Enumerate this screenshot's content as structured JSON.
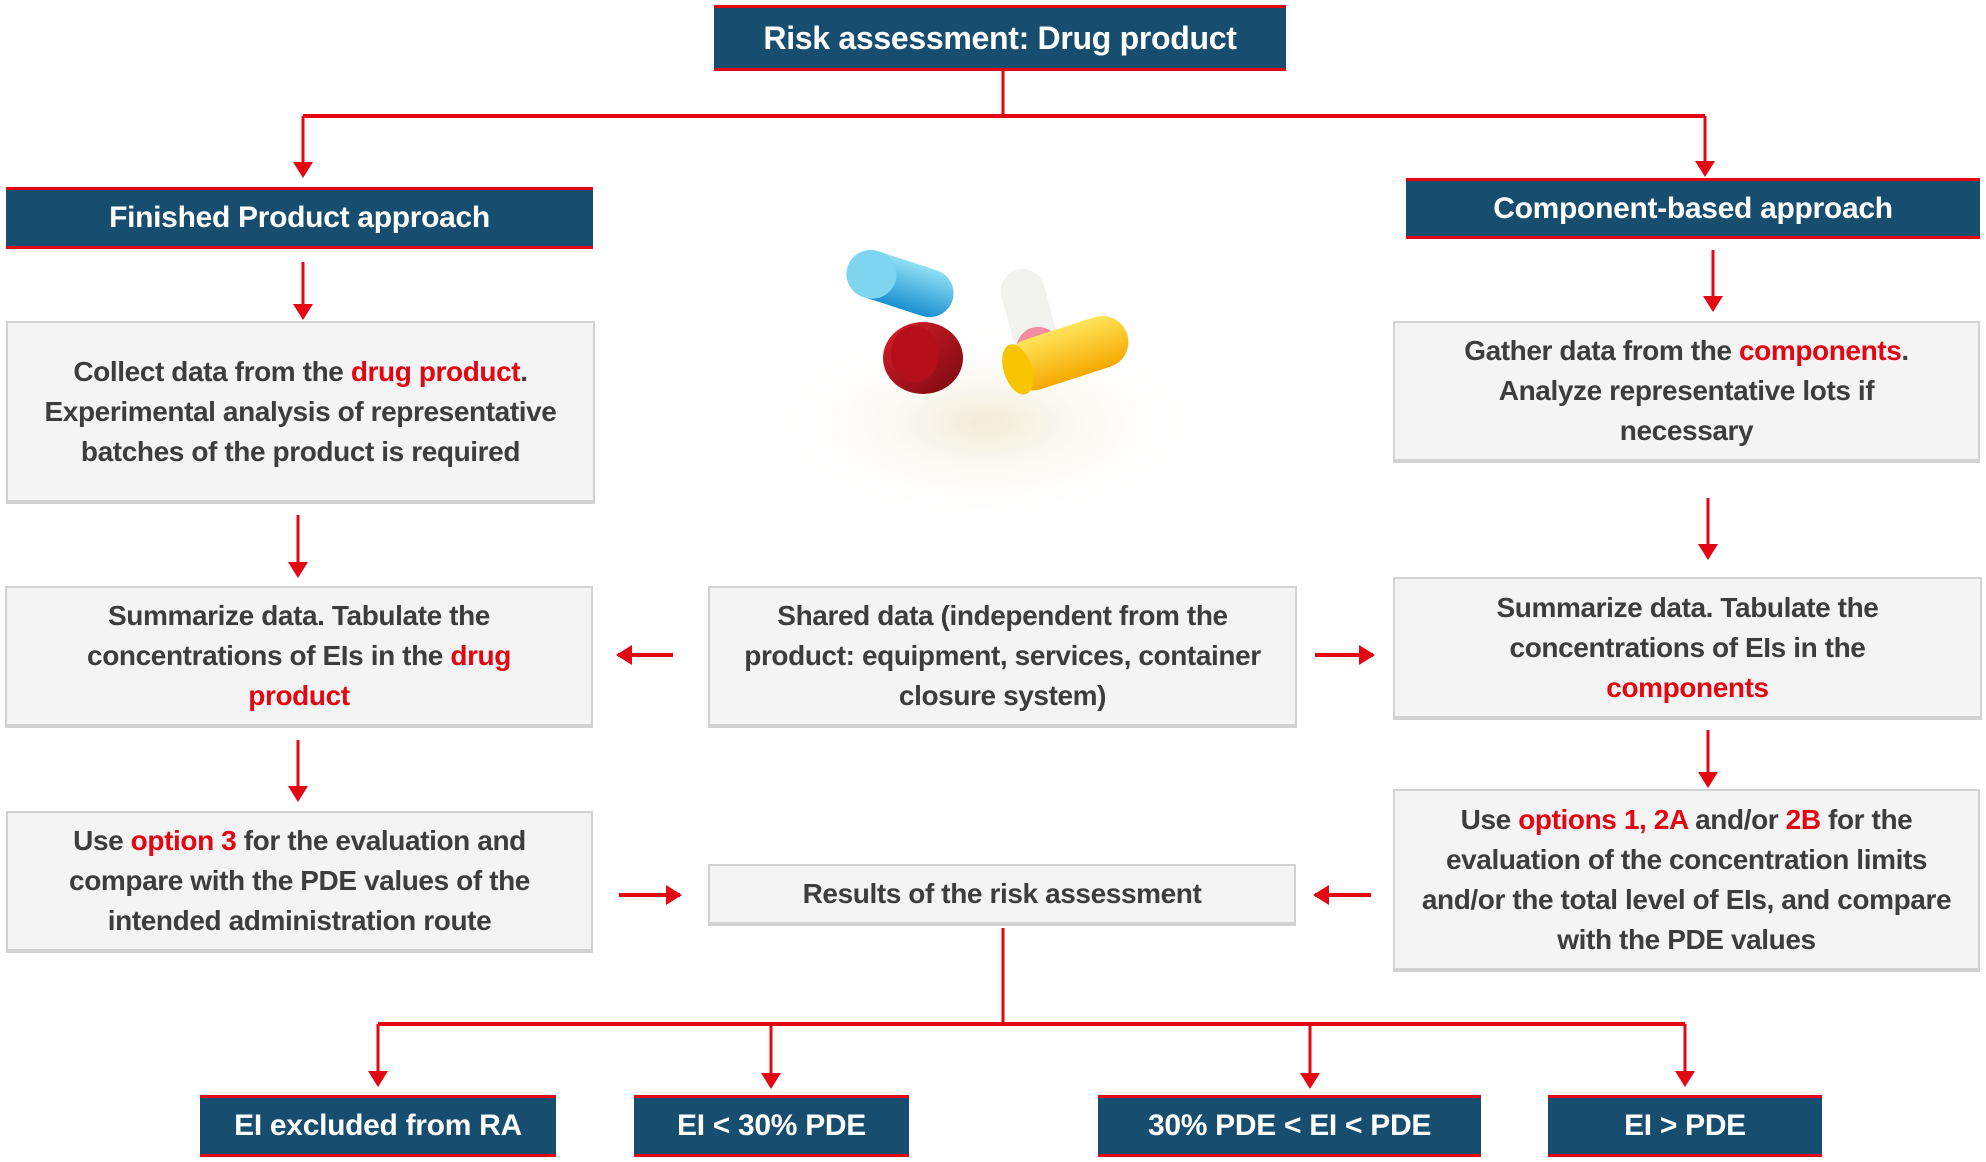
{
  "title": "Risk assessment: Drug product",
  "left_header": "Finished Product approach",
  "right_header": "Component-based approach",
  "collect": {
    "pre": "Collect data from the ",
    "hl": "drug product",
    "post": ". Experimental analysis of representative batches of the product is required"
  },
  "gather": {
    "pre": "Gather data from the ",
    "hl": "components",
    "post": ". Analyze representative lots if necessary"
  },
  "summ_left": {
    "pre": "Summarize data. Tabulate the concentrations of EIs in the ",
    "hl": "drug product"
  },
  "shared": "Shared data (independent from the product: equipment, services, container closure system)",
  "summ_right": {
    "pre": "Summarize data. Tabulate the concentrations of EIs in the ",
    "hl": "components"
  },
  "use_left": {
    "pre": "Use ",
    "hl": "option 3",
    "post": " for the evaluation and compare with the PDE values of the intended administration route"
  },
  "use_right": {
    "pre": "Use ",
    "hl1": "options 1, 2A",
    "mid": " and/or ",
    "hl2": "2B",
    "post": " for the evaluation of the concentration limits and/or the total level of EIs, and compare with the PDE values"
  },
  "results": "Results of the risk assessment",
  "outcomes": [
    "EI excluded from RA",
    "EI < 30% PDE",
    "30% PDE < EI < PDE",
    "EI > PDE"
  ],
  "colors": {
    "navy": "#174d6e",
    "red": "#e30613",
    "box": "#f4f4f4"
  }
}
